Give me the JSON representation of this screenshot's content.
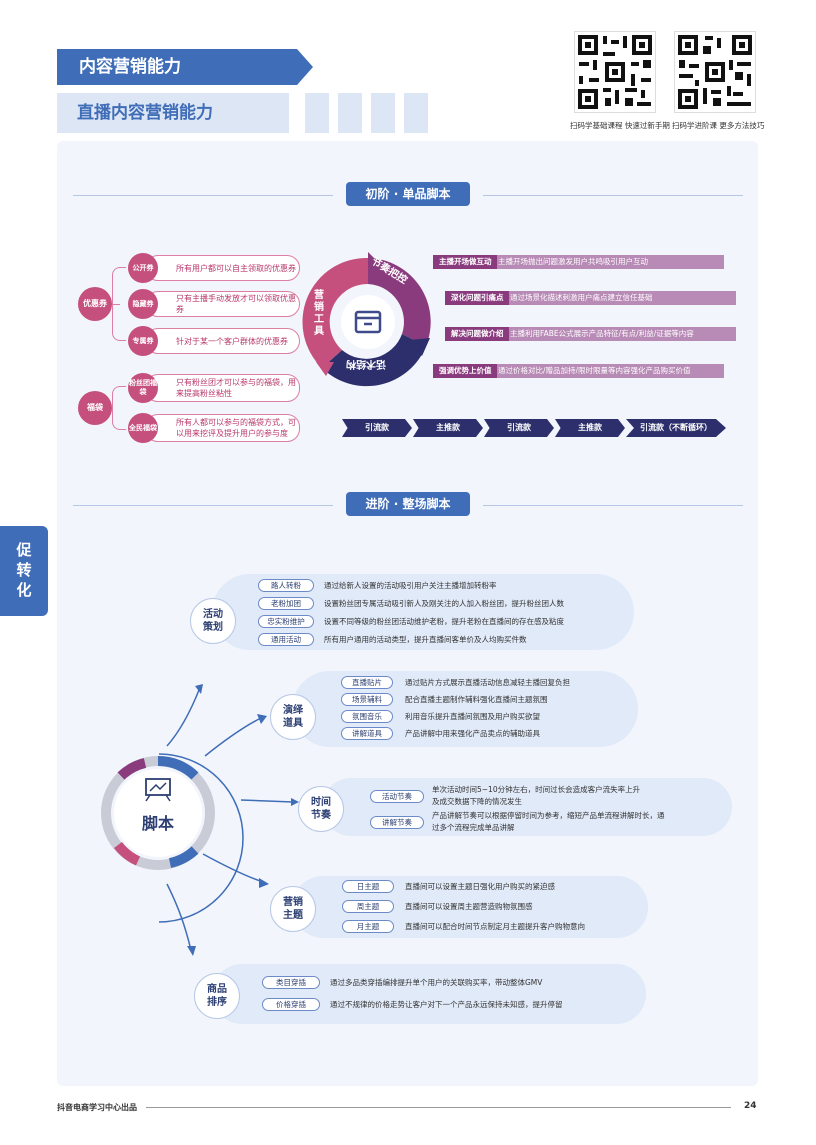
{
  "header": {
    "title": "内容营销能力",
    "subtitle": "直播内容营销能力"
  },
  "qr": {
    "left_caption": "扫码学基础课程 快速过新手期",
    "right_caption": "扫码学进阶课 更多方法技巧"
  },
  "side_tab": [
    "促",
    "转",
    "化"
  ],
  "section1": {
    "title": "初阶 · 单品脚本",
    "coupons": {
      "label": "优惠券",
      "items": [
        {
          "tag": "公开券",
          "text": "所有用户都可以自主领取的优惠券"
        },
        {
          "tag": "隐藏券",
          "text": "只有主播手动发放才可以领取优惠券"
        },
        {
          "tag": "专属券",
          "text": "针对于某一个客户群体的优惠券"
        }
      ]
    },
    "bags": {
      "label": "福袋",
      "items": [
        {
          "tag": "粉丝团福袋",
          "text": "只有粉丝团才可以参与的福袋，用来提高粉丝粘性"
        },
        {
          "tag": "全民福袋",
          "text": "所有人都可以参与的福袋方式，可以用来挖评及提升用户的参与度"
        }
      ]
    },
    "wheel": {
      "left": "营销工具",
      "top_right": "节奏把控",
      "bottom": "话术结构"
    },
    "steps": [
      {
        "label": "主播开场做互动",
        "text": "主播开场抛出问题激发用户共鸣吸引用户互动"
      },
      {
        "label": "深化问题引痛点",
        "text": "通过场景化描述刺激用户痛点建立信任基础"
      },
      {
        "label": "解决问题做介绍",
        "text": "主播利用FABE公式展示产品特征/有点/利益/证据等内容"
      },
      {
        "label": "强调优势上价值",
        "text": "通过价格对比/赠品加持/限时限量等内容强化产品购买价值"
      }
    ],
    "flow": [
      "引流款",
      "主推款",
      "引流款",
      "主推款",
      "引流款（不断循环）"
    ]
  },
  "section2": {
    "title": "进阶 · 整场脚本",
    "center": "脚本",
    "groups": [
      {
        "label": "活动策划",
        "items": [
          {
            "tag": "路人转粉",
            "text": "通过给新人设置的活动吸引用户关注主播增加转粉率"
          },
          {
            "tag": "老粉加团",
            "text": "设置粉丝团专属活动吸引新人及刚关注的人加入粉丝团，提升粉丝团人数"
          },
          {
            "tag": "忠实粉维护",
            "text": "设置不同等级的粉丝团活动维护老粉，提升老粉在直播间的存在感及粘度"
          },
          {
            "tag": "通用活动",
            "text": "所有用户通用的活动类型，提升直播间客单价及人均购买件数"
          }
        ]
      },
      {
        "label": "演绎道具",
        "items": [
          {
            "tag": "直播贴片",
            "text": "通过贴片方式展示直播活动信息减轻主播回复负担"
          },
          {
            "tag": "场景辅料",
            "text": "配合直播主题制作辅料强化直播间主题氛围"
          },
          {
            "tag": "氛围音乐",
            "text": "利用音乐提升直播间氛围及用户购买欲望"
          },
          {
            "tag": "讲解道具",
            "text": "产品讲解中用来强化产品卖点的辅助道具"
          }
        ]
      },
      {
        "label": "时间节奏",
        "items": [
          {
            "tag": "活动节奏",
            "text": "单次活动时间5~10分钟左右，时间过长会造成客户流失率上升",
            "text2": "及成交数据下降的情况发生"
          },
          {
            "tag": "讲解节奏",
            "text": "产品讲解节奏可以根据停留时间为参考，缩短产品单流程讲解时长，通",
            "text2": "过多个流程完成单品讲解"
          }
        ]
      },
      {
        "label": "营销主题",
        "items": [
          {
            "tag": "日主题",
            "text": "直播间可以设置主题日强化用户购买的紧迫感"
          },
          {
            "tag": "周主题",
            "text": "直播间可以设置周主题营造购物氛围感"
          },
          {
            "tag": "月主题",
            "text": "直播间可以配合时间节点制定月主题提升客户购物意向"
          }
        ]
      },
      {
        "label": "商品排序",
        "items": [
          {
            "tag": "类目穿插",
            "text": "通过多品类穿插编排提升单个用户的关联购买率，带动整体GMV"
          },
          {
            "tag": "价格穿插",
            "text": "通过不规律的价格走势让客户对下一个产品永远保持未知感，提升停留"
          }
        ]
      }
    ]
  },
  "footer": {
    "left": "抖音电商学习中心出品",
    "page": "24"
  },
  "colors": {
    "primary": "#3f6db8",
    "pink": "#c5507e",
    "purple": "#8a3b7e",
    "navy": "#2c2f6b"
  }
}
